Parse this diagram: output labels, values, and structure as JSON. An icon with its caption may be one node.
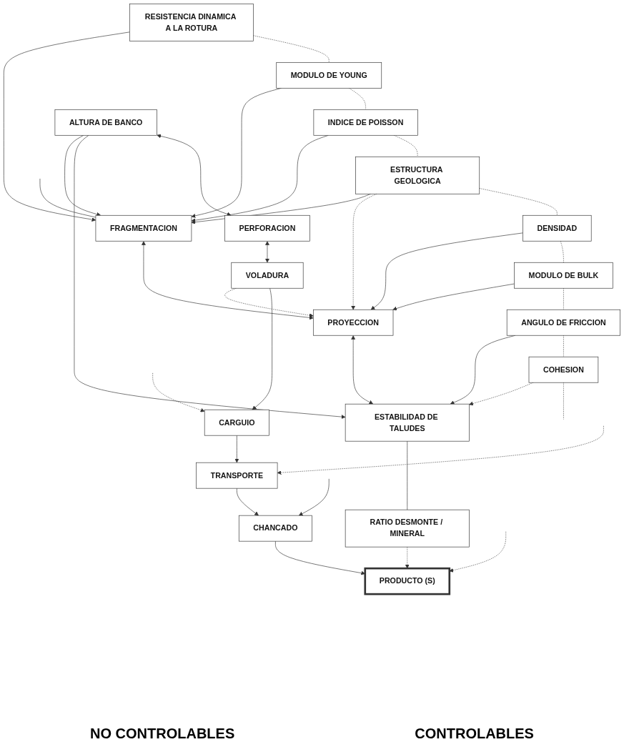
{
  "diagram": {
    "nodes": [
      {
        "text": [
          "RESISTENCIA DINAMICA A LA ROTURA"
        ]
      },
      {
        "text": [
          "MODULO DE YOUNG"
        ]
      },
      {
        "text": [
          "INDICE DE POISSON"
        ]
      },
      {
        "text": [
          "ESTRUCTURA GEOLOGICA"
        ]
      },
      {
        "text": [
          "DENSIDAD"
        ]
      },
      {
        "text": [
          "MODULO DE BULK"
        ]
      },
      {
        "text": [
          "ANGULO DE FRICCION"
        ]
      },
      {
        "text": [
          "COHESION"
        ]
      },
      {
        "text": [
          "FRAGMENTACION"
        ]
      },
      {
        "text": [
          "PROYECCION"
        ]
      },
      {
        "text": [
          "ESTABILIDAD DE TALUDES"
        ]
      },
      {
        "text": [
          "RATIO DESMONTE / MINERAL"
        ]
      },
      {
        "text": [
          "ALTURA DE BANCO"
        ]
      },
      {
        "text": [
          "PERFORACION"
        ]
      },
      {
        "text": [
          "VOLADURA"
        ]
      },
      {
        "text": [
          "CARGUIO"
        ]
      },
      {
        "text": [
          "TRANSPORTE"
        ]
      },
      {
        "text": [
          "CHANCADO"
        ]
      },
      {
        "text": [
          "PRODUCTO (S)"
        ]
      }
    ],
    "edges": [
      {
        "from": 0,
        "to": 8,
        "arrow": "to"
      },
      {
        "from": 1,
        "to": 8,
        "arrow": "to"
      },
      {
        "from": 2,
        "to": 8,
        "arrow": "to"
      },
      {
        "from": 3,
        "to": 8,
        "arrow": "to"
      },
      {
        "from": 3,
        "to": 9,
        "arrow": "to",
        "style": "dashed"
      },
      {
        "from": 4,
        "to": 9,
        "arrow": "to"
      },
      {
        "from": 5,
        "to": 9,
        "arrow": "to"
      },
      {
        "from": 6,
        "to": 10,
        "arrow": "to"
      },
      {
        "from": 7,
        "to": 10,
        "arrow": "to",
        "style": "dashed"
      },
      {
        "from": 0,
        "to": 1,
        "arrow": "none",
        "style": "dashed"
      },
      {
        "from": 1,
        "to": 2,
        "arrow": "none",
        "style": "dashed"
      },
      {
        "from": 2,
        "to": 3,
        "arrow": "none",
        "style": "dashed"
      },
      {
        "from": 3,
        "to": 4,
        "arrow": "none",
        "style": "dashed"
      },
      {
        "from": 4,
        "to": 5,
        "arrow": "none",
        "style": "dashed"
      },
      {
        "from": 5,
        "to": 6,
        "arrow": "none",
        "style": "dashed"
      },
      {
        "from": 6,
        "to": 7,
        "arrow": "none",
        "style": "dashed"
      },
      {
        "from": 7,
        "to": null,
        "arrow": "none",
        "style": "dashed"
      },
      {
        "from": null,
        "to": 8,
        "arrow": "none"
      },
      {
        "from": 8,
        "to": 9,
        "arrow": "both"
      },
      {
        "from": 9,
        "to": 10,
        "arrow": "both"
      },
      {
        "from": 10,
        "to": 11,
        "arrow": "none"
      },
      {
        "from": 11,
        "to": 18,
        "arrow": "to",
        "style": "dashed"
      },
      {
        "from": 12,
        "to": 8,
        "arrow": "to"
      },
      {
        "from": 12,
        "to": 10,
        "arrow": "to"
      },
      {
        "from": 14,
        "to": 9,
        "arrow": "to",
        "style": "dashed"
      },
      {
        "from": 12,
        "to": 13,
        "arrow": "both"
      },
      {
        "from": 13,
        "to": 14,
        "arrow": "both"
      },
      {
        "from": 14,
        "to": 15,
        "arrow": "to"
      },
      {
        "from": 15,
        "to": 16,
        "arrow": "to"
      },
      {
        "from": 16,
        "to": 17,
        "arrow": "to"
      },
      {
        "from": 17,
        "to": 18,
        "arrow": "to"
      },
      {
        "from": null,
        "to": 15,
        "arrow": "to",
        "style": "dashed"
      },
      {
        "from": null,
        "to": 16,
        "arrow": "to",
        "style": "dashed"
      },
      {
        "from": null,
        "to": 17,
        "arrow": "to"
      },
      {
        "from": null,
        "to": 18,
        "arrow": "to",
        "style": "dashed"
      }
    ],
    "labels": [
      "NO CONTROLABLES",
      "CONTROLABLES"
    ]
  }
}
